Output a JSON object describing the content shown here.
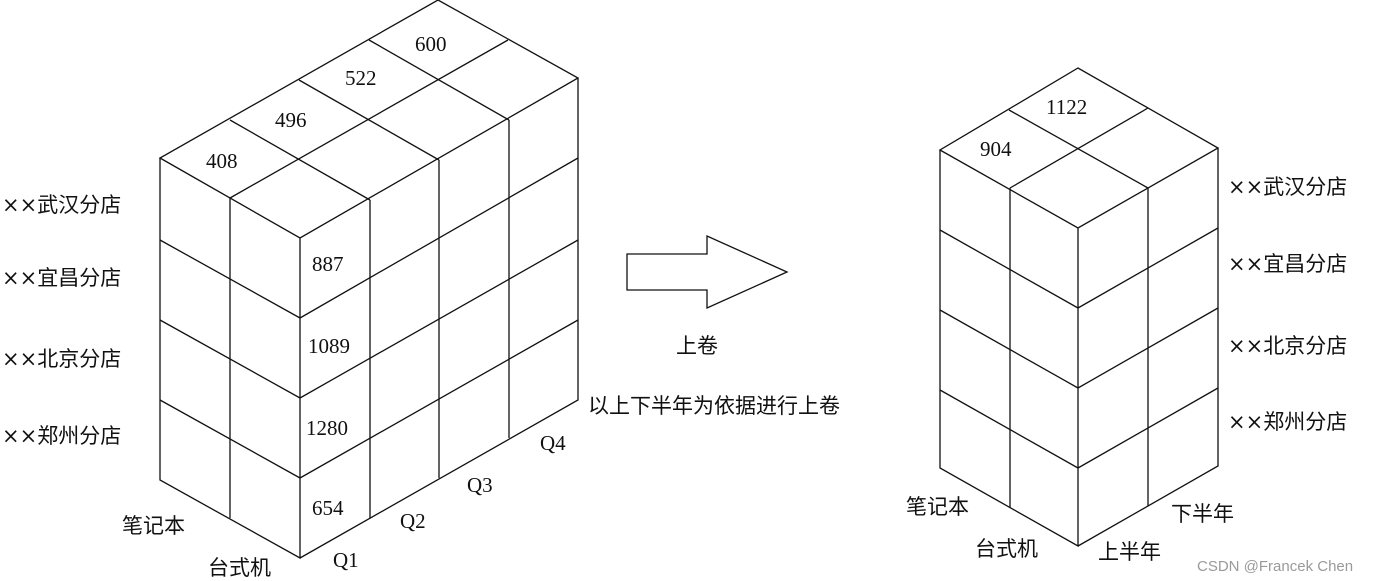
{
  "cubes": {
    "left": {
      "stores": [
        "××武汉分店",
        "××宜昌分店",
        "××北京分店",
        "××郑州分店"
      ],
      "product_types": [
        "笔记本",
        "台式机"
      ],
      "quarters": [
        "Q1",
        "Q2",
        "Q3",
        "Q4"
      ],
      "top_values": [
        "408",
        "496",
        "522",
        "600"
      ],
      "front_values": [
        "887",
        "1089",
        "1280",
        "654"
      ]
    },
    "right": {
      "stores": [
        "××武汉分店",
        "××宜昌分店",
        "××北京分店",
        "××郑州分店"
      ],
      "product_types": [
        "笔记本",
        "台式机"
      ],
      "halves": [
        "上半年",
        "下半年"
      ],
      "top_values": [
        "904",
        "1122"
      ]
    }
  },
  "operation": {
    "arrow_label": "上卷",
    "caption": "以上下半年为依据进行上卷"
  },
  "watermark": "CSDN @Francek Chen"
}
